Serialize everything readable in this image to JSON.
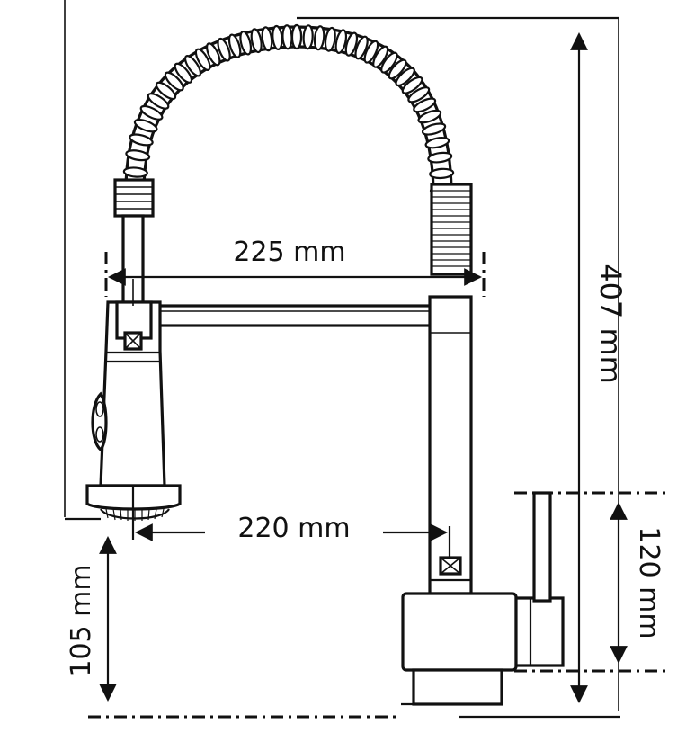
{
  "dimensions": {
    "spout_reach_top": "225 mm",
    "spout_reach_bottom": "220 mm",
    "spout_height": "105 mm",
    "total_height": "407 mm",
    "base_height": "120 mm"
  }
}
